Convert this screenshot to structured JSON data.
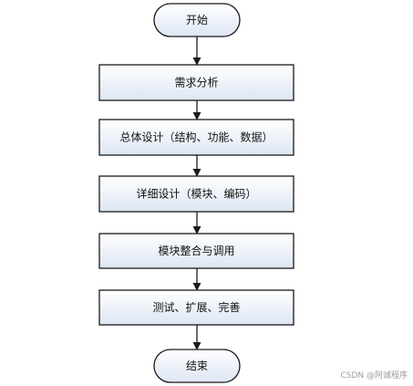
{
  "flowchart": {
    "start": "开始",
    "steps": [
      "需求分析",
      "总体设计（结构、功能、数据）",
      "详细设计（模块、编码）",
      "模块整合与调用",
      "测试、扩展、完善"
    ],
    "end": "结束"
  },
  "watermark": "CSDN @阿诚程序",
  "colors": {
    "box_gradient_top": "#ffffff",
    "box_gradient_bottom": "#dde6f4",
    "stroke": "#1a1a1a"
  }
}
